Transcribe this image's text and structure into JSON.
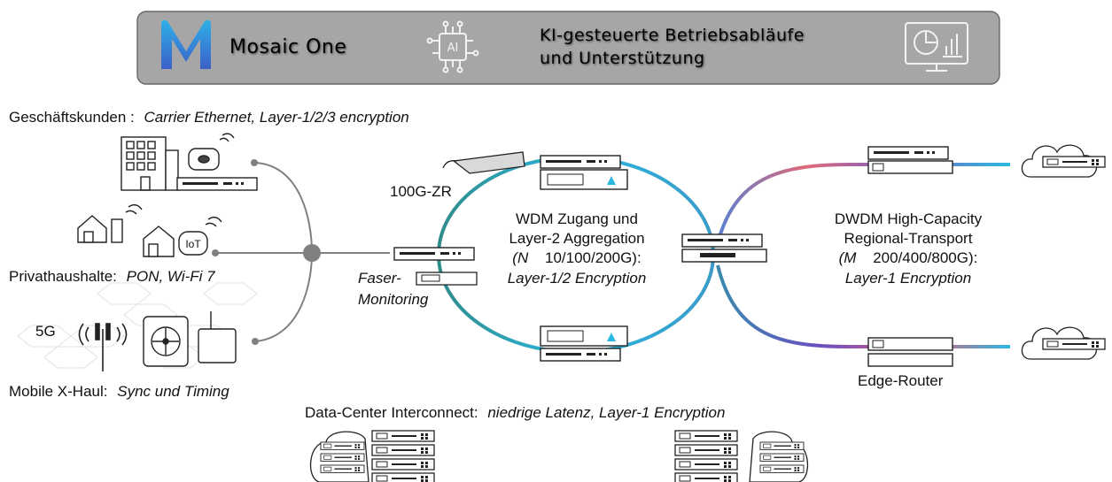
{
  "banner": {
    "brand": "Mosaic One",
    "ai_label": "AI",
    "tagline_line1": "KI-gesteuerte Betriebsabläufe",
    "tagline_line2": "und Unterstützung"
  },
  "segments": {
    "business": {
      "label": "Geschäftskunden :",
      "detail": "Carrier Ethernet, Layer-1/2/3 encryption"
    },
    "residential": {
      "label": "Privathaushalte:",
      "detail": "PON, Wi-Fi 7",
      "iot_label": "IoT"
    },
    "mobile": {
      "label": "Mobile X-Haul:",
      "detail": "Sync und Timing",
      "tech_label": "5G"
    }
  },
  "access_ring": {
    "line1": "WDM Zugang und",
    "line2": "Layer-2 Aggregation",
    "line3_sym": "(N",
    "line3_rest": "10/100/200G):",
    "line4": "Layer-1/2 Encryption"
  },
  "transport_ring": {
    "line1": "DWDM High-Capacity",
    "line2": "Regional-Transport",
    "line3_sym": "(M",
    "line3_rest": "200/400/800G):",
    "line4": "Layer-1 Encryption"
  },
  "labels": {
    "pluggable": "100G-ZR",
    "fiber_mon_1": "Faser-",
    "fiber_mon_2": "Monitoring",
    "edge_router": "Edge-Router"
  },
  "dci": {
    "label": "Data-Center Interconnect:",
    "detail": "niedrige Latenz, Layer-1 Encryption"
  },
  "colors": {
    "banner_bg": "#a6a6a6",
    "brand_blue": "#1e8fd6",
    "ring_cyan": "#2bb8e0",
    "ring_teal": "#3a8a8a",
    "ring_purple": "#5a4fb0",
    "ring_pink": "#e8607a",
    "link_gray": "#808080"
  }
}
